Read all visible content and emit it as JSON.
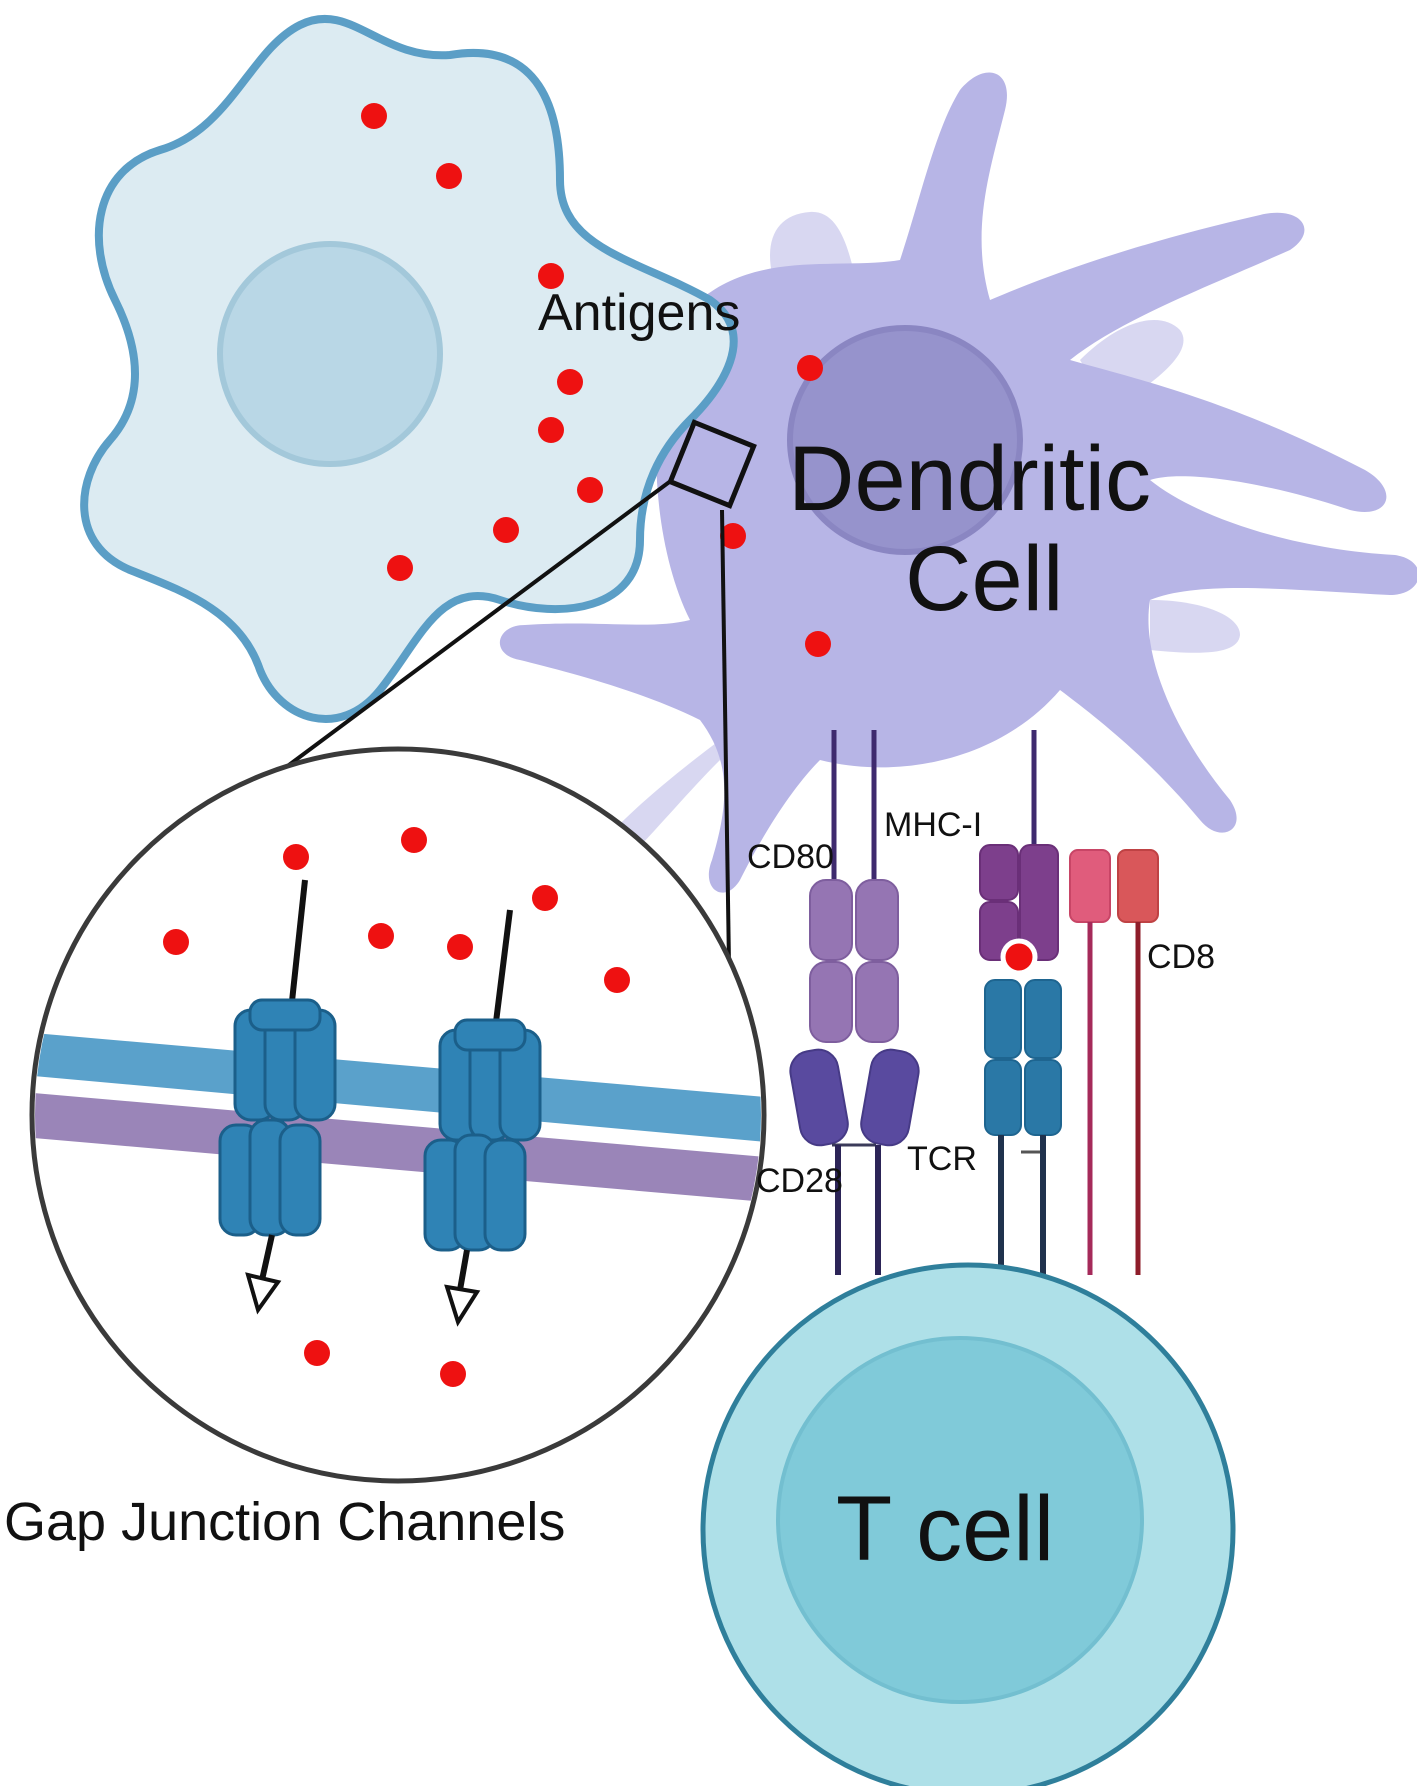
{
  "labels": {
    "antigens": "Antigens",
    "dendritic_line1": "Dendritic",
    "dendritic_line2": "Cell",
    "t_cell": "T cell",
    "cd80": "CD80",
    "mhc_i": "MHC-I",
    "cd8": "CD8",
    "cd28": "CD28",
    "tcr": "TCR",
    "gap_junction": "Gap Junction Channels"
  },
  "colors": {
    "tumor_fill": "#dcebf2",
    "tumor_stroke": "#5b9ec6",
    "tumor_nucleus": "#b9d7e6",
    "dendritic_fill": "#b7b5e6",
    "dendritic_nucleus": "#9693cc",
    "tcell_fill": "#aee0e8",
    "tcell_nucleus": "#80cad9",
    "tcell_stroke": "#2f7f9b",
    "antigen": "#ee1111",
    "cd80": "#9575b3",
    "cd28": "#594a9f",
    "mhc": "#7d3f8c",
    "tcr": "#2a78a6",
    "cd8_pink": "#e05c7c",
    "cd8_red": "#d9575a",
    "channel": "#2f83b5",
    "membrane_blue": "#5aa1cb",
    "membrane_purple": "#9a85b8"
  },
  "icons": [
    "tumor-cell-icon",
    "dendritic-cell-icon",
    "t-cell-icon",
    "antigen-dot-icon",
    "gap-junction-channel-icon",
    "magnify-callout-icon"
  ]
}
